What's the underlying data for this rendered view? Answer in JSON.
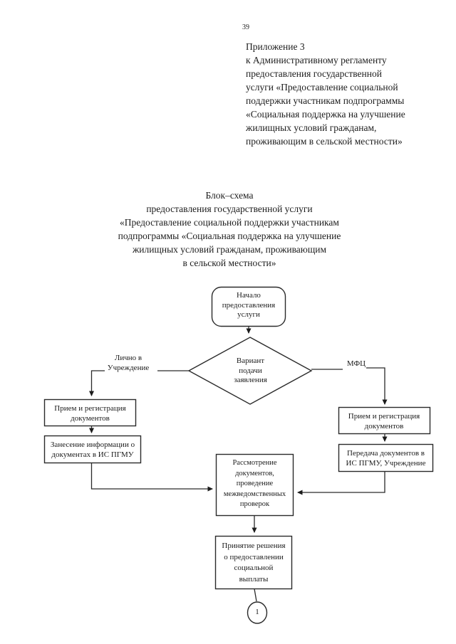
{
  "page": {
    "number": "39",
    "appendix": "Приложение 3\nк Административному регламенту\nпредоставления государственной\nуслуги «Предоставление социальной\nподдержки участникам подпрограммы\n«Социальная поддержка на улучшение\nжилищных условий гражданам,\nпроживающим в сельской местности»",
    "title": "Блок–схема\nпредоставления государственной услуги\n«Предоставление социальной поддержки участникам\nподпрограммы «Социальная поддержка на улучшение\nжилищных условий гражданам, проживающим\nв сельской местности»"
  },
  "flowchart": {
    "ink_color": "#2a2a2a",
    "start": "Начало\nпредоставления\nуслуги",
    "decision": "Вариант\nподачи\nзаявления",
    "branch_left_label": "Лично в\nУчреждение",
    "branch_right_label": "МФЦ",
    "left_step1": "Прием и регистрация\nдокументов",
    "left_step2": "Занесение информации о\nдокументах в ИС ПГМУ",
    "right_step1": "Прием и регистрация\nдокументов",
    "right_step2": "Передача документов в\nИС ПГМУ, Учреждение",
    "merge_step": "Рассмотрение\nдокументов,\nпроведение\nмежведомственных\nпроверок",
    "final_step": "Принятие решения\nо предоставлении\nсоциальной\nвыплаты",
    "connector": "1"
  }
}
